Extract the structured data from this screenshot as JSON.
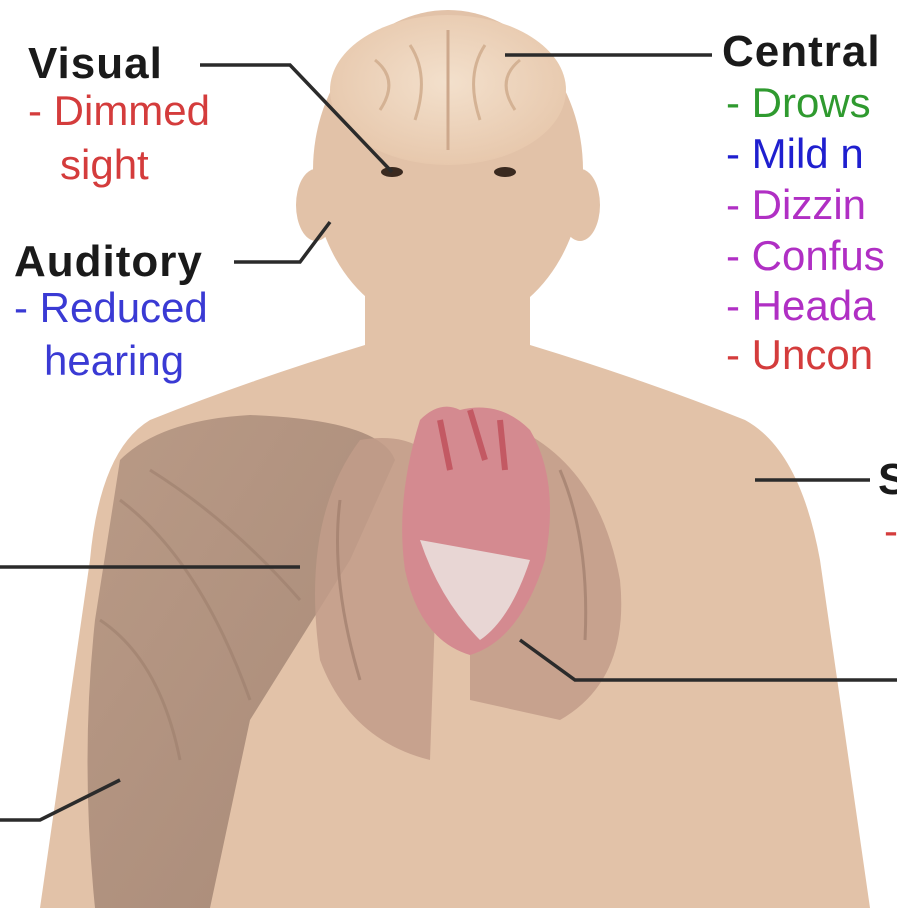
{
  "colors": {
    "skin": "#e2c2a8",
    "muscle": "#b59683",
    "lung": "#c29c8a",
    "heart": "#c9707a",
    "leader": "#2b2b2b"
  },
  "labels": {
    "visual": {
      "title": "Visual",
      "symptoms": [
        {
          "line1": "- Dimmed",
          "line2": "sight",
          "color": "#d43c3c"
        }
      ]
    },
    "auditory": {
      "title": "Auditory",
      "symptoms": [
        {
          "line1": "- Reduced",
          "line2": "hearing",
          "color": "#3a3ad4"
        }
      ]
    },
    "central": {
      "title": "Central",
      "symptoms": [
        {
          "text": "- Drows",
          "color": "#2f9a2f"
        },
        {
          "text": "- Mild n",
          "color": "#1f1fcf"
        },
        {
          "text": "- Dizzin",
          "color": "#b02fc4"
        },
        {
          "text": "- Confus",
          "color": "#b02fc4"
        },
        {
          "text": "- Heada",
          "color": "#b02fc4"
        },
        {
          "text": "- Uncon",
          "color": "#d43c3c"
        }
      ]
    },
    "skin_partial": {
      "title": "S",
      "mark": "-",
      "mark_color": "#d43c3c"
    }
  }
}
